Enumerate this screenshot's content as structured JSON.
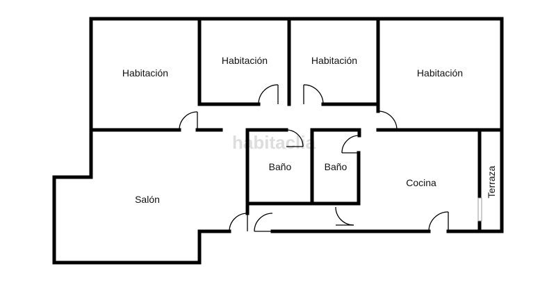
{
  "floorplan": {
    "rooms": [
      {
        "id": "habitacion-1",
        "label": "Habitación"
      },
      {
        "id": "habitacion-2",
        "label": "Habitación"
      },
      {
        "id": "habitacion-3",
        "label": "Habitación"
      },
      {
        "id": "habitacion-4",
        "label": "Habitación"
      },
      {
        "id": "bano-1",
        "label": "Baño"
      },
      {
        "id": "bano-2",
        "label": "Baño"
      },
      {
        "id": "cocina",
        "label": "Cocina"
      },
      {
        "id": "terraza",
        "label": "Terraza"
      },
      {
        "id": "salon",
        "label": "Salón"
      }
    ],
    "watermark": "habitaclia",
    "colors": {
      "wall": "#000000",
      "background": "#ffffff",
      "watermark": "#cfcfcf"
    }
  }
}
